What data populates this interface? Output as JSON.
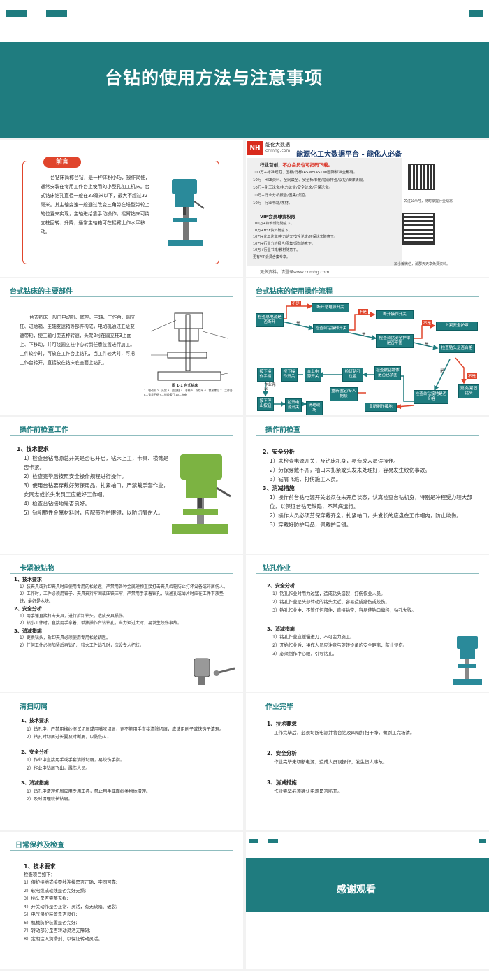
{
  "title_slide": {
    "title": "台钻的使用方法与注意事项"
  },
  "intro": {
    "badge": "前言",
    "text": "台钻床简称台钻，是一种体积小巧，操作简便，通常安装在专用工作台上使用的小型孔加工机床。台式钻床钻孔直径一般在32毫米以下，最大不超过32毫米。其主轴变速一般通过改变三角带在塔型带轮上的位置来实现，主轴进给靠手动操作。摇臂钻床可绕立柱回转、升降，通常主轴箱可在摇臂上作水平移动。"
  },
  "ad": {
    "logo_text": "能化大数据",
    "logo_sub": "cnmhg.com",
    "title": "能源化工大数据平台 - 能化人必备",
    "line1_a": "行业首创，",
    "line1_b": "不办会员也可扫码下载。",
    "items": [
      "100万+标准规范、国标/行标/ASME/ASTM/国际标准全都有。",
      "10万+HSE资料、全网最全、安全标准化/隐患排查/双控/法律法规。",
      "10万+化工论文/电力论文/安全论文/环保论文。",
      "10万+行业分析报告/图集/规范。",
      "10万+行业书籍/教材。"
    ],
    "vip_title": "VIP会员尊贵权限",
    "vip_items": [
      "100万+标准规范随意下。",
      "10万+HSE资料随意下。",
      "10万+化工论文/电力论文/安全论文/环保论文随意下。",
      "10万+行业分析报告/图集/规范随意下。",
      "10万+行业书籍/教材随意下。",
      "更有VIP会员含集专享。"
    ],
    "more": "更多资料，请登录www.cnmhg.com",
    "qr1_caption": "关注公众号，随时掌握行业动态",
    "qr2_caption": "加小编微信，消群天天享免费资料。"
  },
  "parts": {
    "heading": "台式钻床的主要部件",
    "text": "台式钻床一般由电动机、底座、主轴、工作台、圆立柱、进给箱、主轴变速箱等部件构成，电动机通过五级变速带轮，使主轴可变五种转速，头架2可在圆立柱3上面上、下移动，并可绕圆立柱中心转到任意位置进行加工。工件较小时，可放在工作台上钻孔，当工件较大时，可把工作台转开，直接放在钻床底座面上钻孔。",
    "fig_caption": "图 1-1  台式钻床",
    "fig_legend": "1—电动机  2—头架  3—圆立柱  4—手柄  5—保险环  6—锁紧螺钉  7—工作台  8—锁紧手柄  9—锁紧螺钉  10—底座"
  },
  "flow": {
    "heading": "台式钻床的使用操作流程",
    "boxes": {
      "b1": "检查总电源是否断开",
      "b2": "断开总电源开关",
      "b3": "检查台钻操作开关",
      "b4": "断开操作开关",
      "b5": "检查台钻安全护罩是否牢固",
      "b6": "上紧安全护罩",
      "b7": "检查钻头是否合格",
      "b8": "更换/紧固钻头",
      "b9": "检查台钻接地是否合格",
      "b10": "重新制作接地",
      "b11": "检查被钻物体是否已紧固",
      "b12": "重新固定/专人把扶",
      "b13": "检证钻孔位置",
      "b14": "合上电源开关",
      "b15": "按下操作开关",
      "b16": "按下操作手柄",
      "b17": "作业完毕",
      "b18": "按下停止按钮",
      "b19": "拉开电源开关",
      "b20": "清理现场"
    },
    "no": "不是",
    "yes": "是"
  },
  "precheck1": {
    "heading": "操作前检查工作",
    "h1": "1、技术要求",
    "items": [
      "1）检查台钻电源总开关是否已开启，钻床上工，卡具、横臂是否卡紧。",
      "2）检查完毕后按照安全操作规程进行操作。",
      "3）使用台钻要穿戴好劳保用品，扎紧袖口，严禁戴手套作业，女同志或长头发员工应戴好工作帽。",
      "4）检查台钻接地是否良好。",
      "5）钻削脆性金属材料时，应配带防护眼镜，以防切屑伤人。"
    ]
  },
  "precheck2": {
    "heading": "操作前检查",
    "h2": "2、安全分析",
    "items2": [
      "1）未检查电源开关，及钻床机身，易造成人员误操作。",
      "2）劳保穿戴不齐，袖口未扎紧或头发未处理好，容易发生绞伤事故。",
      "3）钻屑飞溅，打伤施工人员。"
    ],
    "h3": "3、消减措施",
    "items3": [
      "1）操作前台钻电源开关必须在未开启状态，认真检查台钻机身，特别是冲程受力较大部位，以保证台钻无缺陷，不带病运行。",
      "2）操作人员必须劳保穿戴齐全，扎紧袖口，头发长的应盘在工作帽内，防止绞伤。",
      "3）穿戴好防护用品，佩戴护目镜。"
    ]
  },
  "clamp": {
    "heading": "卡紧被钻物",
    "h1": "1、技术要求",
    "items1": [
      "1）装夹具或拆卸夹具时应使用专用的松紧匙，严禁用各种金属硬物直接打击夹具齿轮防止打坏设备或碎屑伤人。",
      "2）工作时，工件必须用钳子、夹具夹持牢固或压铁压牢，严禁用手拿着钻孔，钻通孔或薄片时应在工件下放垫铁，最好是木块。"
    ],
    "h2": "2、安全分析",
    "items2": [
      "1）用手锤直接打击夹具，进行拆卸钻头，造成夹具损伤。",
      "2）钻小工件时，直接用手拿着，单独操作台钻钻孔，当力矩过大时，易发生绞伤事故。"
    ],
    "h3": "3、消减措施",
    "items3": [
      "1）更换钻头，拆卸夹具必须使用专用松紧钥匙。",
      "2）任何工件必须加紧后再钻孔，较大工件钻孔时，应设专人把扶。"
    ]
  },
  "drilling": {
    "heading": "钻孔作业",
    "h2": "2、安全分析",
    "items2": [
      "1）钻孔作业时用力过猛，造成钻头崩裂，打伤作业人员。",
      "2）钻孔作业是头部转动的钻头太近，容易造成蹭伤或绞伤。",
      "3）钻孔作业中，不管任何部件，直接钻空，容易使钻口偏移，钻孔失败。"
    ],
    "h3": "3、消减措施",
    "items3": [
      "1）钻孔作业应缓慢进刀，不可蛮力施工。",
      "2）开始作业后，操作人员应注意与旋转设备的安全距离，防止误伤。",
      "3）必须制作中心眼，引导钻孔。"
    ]
  },
  "chips": {
    "heading": "清扫切屑",
    "h1": "1、技术要求",
    "items1": [
      "1）钻孔中，严禁用棉纱擦试切屑或用嘴吹切屑，更不能用手直接清除切屑，应该用刷子或铁钩子清理。",
      "2）钻孔时切屑过长要及时断屑，以防伤人。"
    ],
    "h2": "2、安全分析",
    "items2": [
      "1）作业中直接用手或手套清除切屑，易绞伤手指。",
      "2）作业中钻屑飞出，溅伤人员。"
    ],
    "h3": "3、消减措施",
    "items3": [
      "1）钻孔中清理切屑应用专用工具，禁止用手或面纱类物体清理。",
      "2）及时清理较长钻屑。"
    ]
  },
  "finish": {
    "heading": "作业完毕",
    "h1": "1、技术要求",
    "t1": "工作完毕后，必须切断电源并将台钻及四周打扫干净，做到工完场清。",
    "h2": "2、安全分析",
    "t2": "作业完毕未切断电源，造成人员误操作，发生伤人事故。",
    "h3": "3、消减措施",
    "t3": "作业完毕必须确认电源是否断开。"
  },
  "maint": {
    "heading": "日常保养及检查",
    "h1": "1、技术要求",
    "intro": "检查项目如下：",
    "items": [
      "1）保护接地或接零线连接是否正确，牢固可靠;",
      "2）软电缆或软线是否完好无损;",
      "3）插头是否完整无损;",
      "4）开关动作是否正常、灵活，有无缺陷、破裂;",
      "5）电气保护装置是否良好;",
      "6）机械防护装置是否完好;",
      "7）转动部分是否转动灵活无障碍;",
      "8）定期注入润滑剂，以保证转动灵活。"
    ]
  },
  "thanks": {
    "text": "感谢观看"
  },
  "colors": {
    "teal": "#1f7c7f",
    "red": "#e0452c"
  }
}
